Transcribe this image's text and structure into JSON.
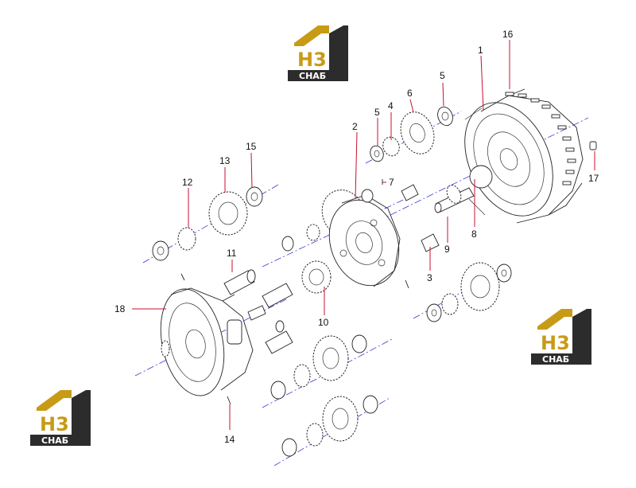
{
  "watermark": {
    "brand_mark": "H3",
    "brand_text": "CHAБ"
  },
  "parts": {
    "p1": "1",
    "p2": "2",
    "p3": "3",
    "p4": "4",
    "p5a": "5",
    "p5b": "5",
    "p6": "6",
    "p7": "7",
    "p8": "8",
    "p9": "9",
    "p10": "10",
    "p11": "11",
    "p12": "12",
    "p13": "13",
    "p14": "14",
    "p15": "15",
    "p16": "16",
    "p17": "17",
    "p18": "18"
  },
  "colors": {
    "leader": "#c8102e",
    "axis": "#3b3bd6",
    "logo_gold": "#c89b17",
    "logo_dark": "#2c2c2c"
  }
}
